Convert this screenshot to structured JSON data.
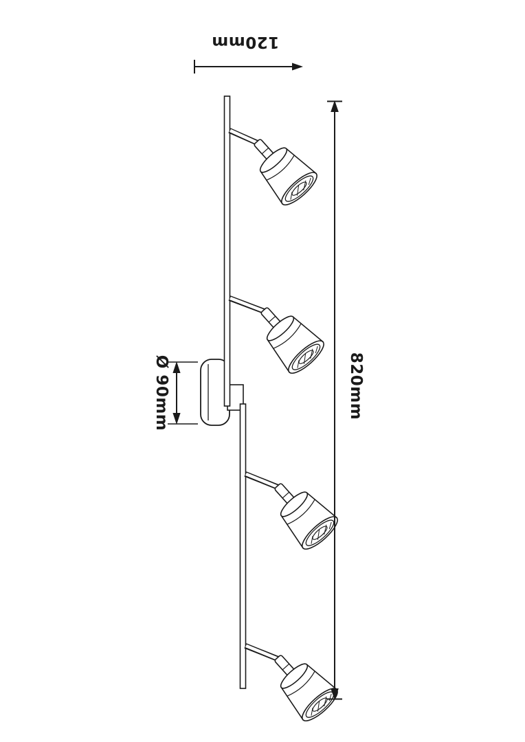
{
  "diagram": {
    "type": "technical-drawing",
    "subject": "ceiling spotlight bar with four adjustable spot heads, side view with dimension callouts",
    "spot_count": 4,
    "labels": {
      "width": "120mm",
      "height": "820mm",
      "diameter": "Ø 90mm"
    },
    "colors": {
      "line": "#1a1a1a",
      "background": "#ffffff"
    }
  }
}
